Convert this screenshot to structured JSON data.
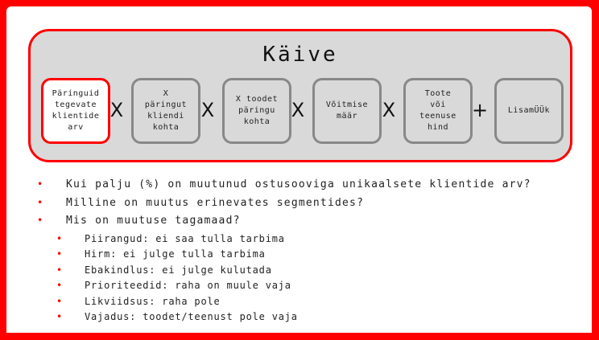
{
  "slide": {
    "title": "Käive",
    "formula": {
      "boxes": [
        {
          "label": "Päringuid\ntegevate\nklientide\narv",
          "highlighted": true
        },
        {
          "label": "X\npäringut\nkliendi\nkohta",
          "highlighted": false
        },
        {
          "label": "X toodet\npäringu\nkohta",
          "highlighted": false
        },
        {
          "label": "Võitmise\nmäär",
          "highlighted": false
        },
        {
          "label": "Toote\nvõi\nteenuse\nhind",
          "highlighted": false
        },
        {
          "label": "LisamÜÜk",
          "highlighted": false
        }
      ],
      "operators": [
        "X",
        "X",
        "X",
        "X",
        "+"
      ]
    },
    "bullets": [
      {
        "text": "Kui palju (%) on muutunud ostusooviga unikaalsete klientide arv?",
        "level": 1
      },
      {
        "text": "Milline on muutus erinevates segmentides?",
        "level": 1
      },
      {
        "text": "Mis on muutuse tagamaad?",
        "level": 1
      },
      {
        "text": "Piirangud: ei saa tulla tarbima",
        "level": 2
      },
      {
        "text": "Hirm: ei julge tulla tarbima",
        "level": 2
      },
      {
        "text": "Ebakindlus: ei julge kulutada",
        "level": 2
      },
      {
        "text": "Prioriteedid: raha on muule vaja",
        "level": 2
      },
      {
        "text": "Likviidsus: raha pole",
        "level": 2
      },
      {
        "text": "Vajadus: toodet/teenust pole vaja",
        "level": 2
      }
    ],
    "bullet_glyph": "•",
    "colors": {
      "accent": "#ff0000",
      "panel": "#d9d9d9",
      "box_border": "#888888"
    }
  }
}
